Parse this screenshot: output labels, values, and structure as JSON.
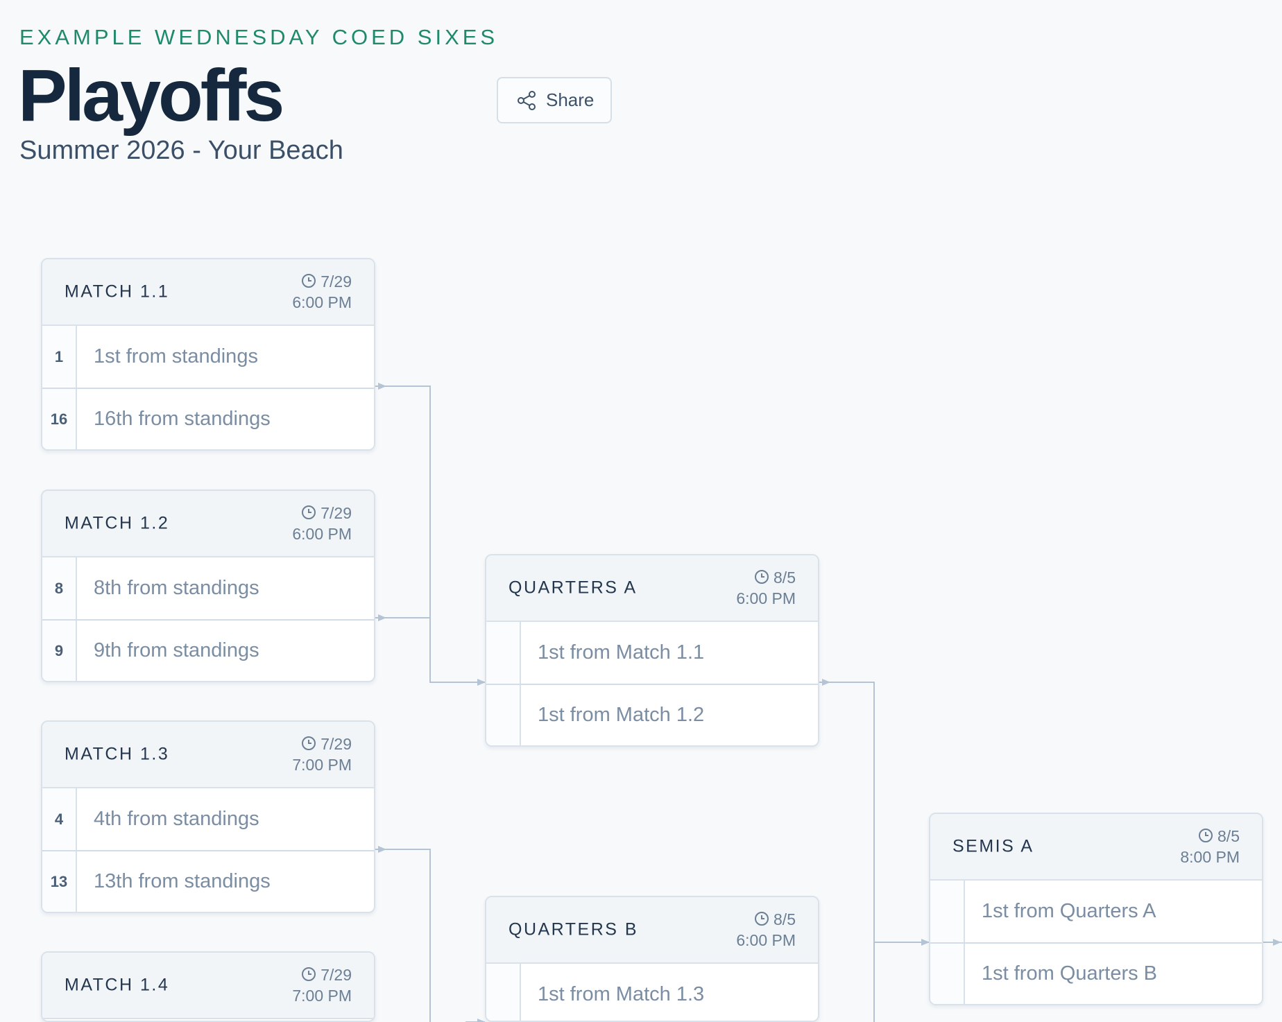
{
  "header": {
    "league": "EXAMPLE WEDNESDAY COED SIXES",
    "title": "Playoffs",
    "subtitle": "Summer 2026 - Your Beach",
    "share_label": "Share"
  },
  "matches": [
    {
      "name": "MATCH 1.1",
      "date": "7/29",
      "time": "6:00 PM",
      "slots": [
        {
          "seed": "1",
          "team": "1st from standings"
        },
        {
          "seed": "16",
          "team": "16th from standings"
        }
      ]
    },
    {
      "name": "MATCH 1.2",
      "date": "7/29",
      "time": "6:00 PM",
      "slots": [
        {
          "seed": "8",
          "team": "8th from standings"
        },
        {
          "seed": "9",
          "team": "9th from standings"
        }
      ]
    },
    {
      "name": "MATCH 1.3",
      "date": "7/29",
      "time": "7:00 PM",
      "slots": [
        {
          "seed": "4",
          "team": "4th from standings"
        },
        {
          "seed": "13",
          "team": "13th from standings"
        }
      ]
    },
    {
      "name": "MATCH 1.4",
      "date": "7/29",
      "time": "7:00 PM",
      "slots": [
        {
          "seed": "",
          "team": ""
        },
        {
          "seed": "",
          "team": ""
        }
      ]
    },
    {
      "name": "QUARTERS A",
      "date": "8/5",
      "time": "6:00 PM",
      "slots": [
        {
          "seed": "",
          "team": "1st from Match 1.1"
        },
        {
          "seed": "",
          "team": "1st from Match 1.2"
        }
      ]
    },
    {
      "name": "QUARTERS B",
      "date": "8/5",
      "time": "6:00 PM",
      "slots": [
        {
          "seed": "",
          "team": "1st from Match 1.3"
        },
        {
          "seed": "",
          "team": ""
        }
      ]
    },
    {
      "name": "SEMIS A",
      "date": "8/5",
      "time": "8:00 PM",
      "slots": [
        {
          "seed": "",
          "team": "1st from Quarters A"
        },
        {
          "seed": "",
          "team": "1st from Quarters B"
        }
      ]
    }
  ],
  "colors": {
    "accent": "#1e8a6a",
    "title": "#16283d",
    "connector": "#b4c4d4"
  },
  "icons": {
    "share": "share-icon",
    "clock": "clock-icon"
  }
}
